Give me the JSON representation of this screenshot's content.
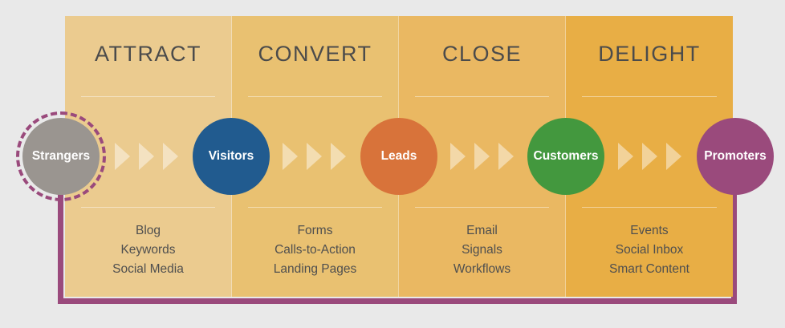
{
  "stages": [
    {
      "title": "ATTRACT",
      "tools": [
        "Blog",
        "Keywords",
        "Social Media"
      ]
    },
    {
      "title": "CONVERT",
      "tools": [
        "Forms",
        "Calls-to-Action",
        "Landing Pages"
      ]
    },
    {
      "title": "CLOSE",
      "tools": [
        "Email",
        "Signals",
        "Workflows"
      ]
    },
    {
      "title": "DELIGHT",
      "tools": [
        "Events",
        "Social Inbox",
        "Smart Content"
      ]
    }
  ],
  "nodes": [
    {
      "label": "Strangers",
      "color": "#9a9590"
    },
    {
      "label": "Visitors",
      "color": "#215b8f"
    },
    {
      "label": "Leads",
      "color": "#d8733a"
    },
    {
      "label": "Customers",
      "color": "#43983e"
    },
    {
      "label": "Promoters",
      "color": "#9a4a7c"
    }
  ],
  "colors": {
    "loop": "#9a4a7c",
    "ring": "#9a4a7c",
    "title_text": "#4b4b4b",
    "tool_text": "#4f4f4f"
  }
}
